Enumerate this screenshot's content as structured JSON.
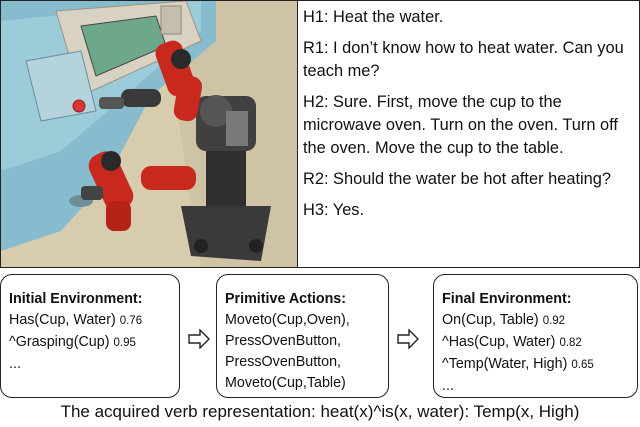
{
  "dialogue": [
    {
      "speaker": "H1",
      "text": "H1: Heat the water."
    },
    {
      "speaker": "R1",
      "text": "R1: I don’t know how to heat water. Can you teach me?"
    },
    {
      "speaker": "H2",
      "text": "H2: Sure. First, move the cup to the microwave oven. Turn on the oven. Turn off the oven. Move the cup to the table."
    },
    {
      "speaker": "R2",
      "text": "R2: Should the water be hot after heating?"
    },
    {
      "speaker": "H3",
      "text": "H3: Yes."
    }
  ],
  "initial_env": {
    "title": "Initial Environment:",
    "items": [
      {
        "text": "Has(Cup, Water)",
        "conf": "0.76"
      },
      {
        "text": "^Grasping(Cup)",
        "conf": "0.95"
      },
      {
        "text": "...",
        "conf": ""
      }
    ]
  },
  "primitive_actions": {
    "title": "Primitive Actions:",
    "items": [
      "Moveto(Cup,Oven),",
      "PressOvenButton,",
      "PressOvenButton,",
      "Moveto(Cup,Table)"
    ]
  },
  "final_env": {
    "title": "Final Environment:",
    "items": [
      {
        "text": "On(Cup, Table)",
        "conf": "0.92"
      },
      {
        "text": "^Has(Cup, Water)",
        "conf": "0.82"
      },
      {
        "text": "^Temp(Water, High)",
        "conf": "0.65"
      },
      {
        "text": "...",
        "conf": ""
      }
    ]
  },
  "caption": "The acquired verb representation: heat(x)^is(x, water): Temp(x, High)",
  "colors": {
    "robot_red": "#c8281e",
    "robot_dark": "#3a3a3a",
    "counter_blue": "#7fb7c9",
    "microwave": "#d9d3c4"
  }
}
